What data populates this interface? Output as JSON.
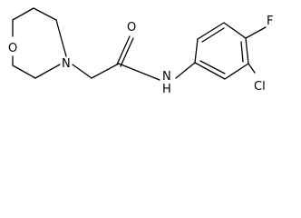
{
  "molecule": {
    "atoms": {
      "morpholine_oxygen": "O",
      "morpholine_nitrogen": "N",
      "carbonyl_oxygen": "O",
      "amide_nitrogen": "N",
      "amide_hydrogen": "H",
      "fluorine": "F",
      "chlorine": "Cl"
    }
  },
  "colors": {
    "bond": "#000000",
    "background": "#ffffff"
  }
}
